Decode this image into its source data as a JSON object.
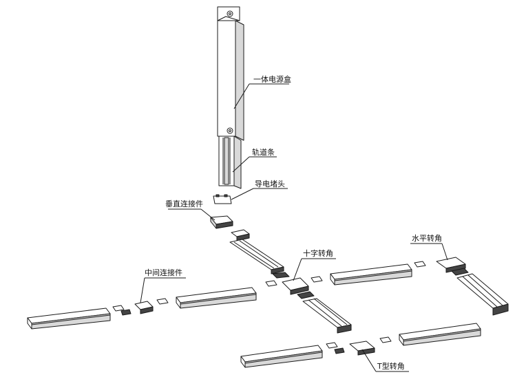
{
  "labels": {
    "power_box": "一体电源盒",
    "rail": "轨道条",
    "end_cap": "导电堵头",
    "vertical_connector": "垂直连接件",
    "cross_corner": "十字转角",
    "horizontal_corner": "水平转角",
    "middle_connector": "中间连接件",
    "t_corner": "T型转角"
  },
  "colors": {
    "stroke": "#1a1a1a",
    "fill": "#ffffff",
    "shade": "#d9d9d9",
    "dark": "#444444"
  }
}
